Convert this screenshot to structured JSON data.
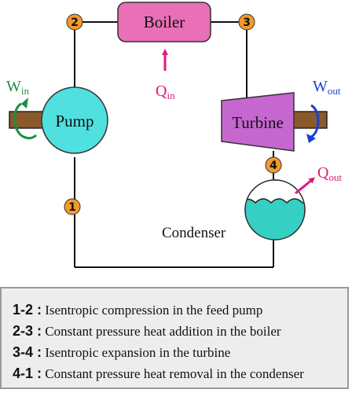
{
  "diagram": {
    "boiler_label": "Boiler",
    "pump_label": "Pump",
    "turbine_label": "Turbine",
    "condenser_label": "Condenser",
    "q_in": {
      "main": "Q",
      "sub": "in"
    },
    "q_out": {
      "main": "Q",
      "sub": "out"
    },
    "w_in": {
      "main": "W",
      "sub": "in"
    },
    "w_out": {
      "main": "W",
      "sub": "out"
    },
    "state_points": [
      "1",
      "2",
      "3",
      "4"
    ],
    "colors": {
      "boiler": "#e96fb6",
      "pump": "#4fe0df",
      "turbine": "#c667cf",
      "condenser_water": "#35cfc4",
      "state_marker": "#f39a2a",
      "heat_arrow": "#e0197a",
      "work_in_arrow": "#1d8e3f",
      "work_out_arrow": "#1a3fd6",
      "shaft": "#8a5a2b"
    }
  },
  "legend": {
    "rows": [
      {
        "key": "1-2 :",
        "text": "Isentropic compression in the feed pump"
      },
      {
        "key": "2-3 :",
        "text": "Constant pressure heat addition in the boiler"
      },
      {
        "key": "3-4 :",
        "text": "Isentropic expansion in the turbine"
      },
      {
        "key": "4-1 :",
        "text": "Constant pressure heat removal in the condenser"
      }
    ]
  }
}
